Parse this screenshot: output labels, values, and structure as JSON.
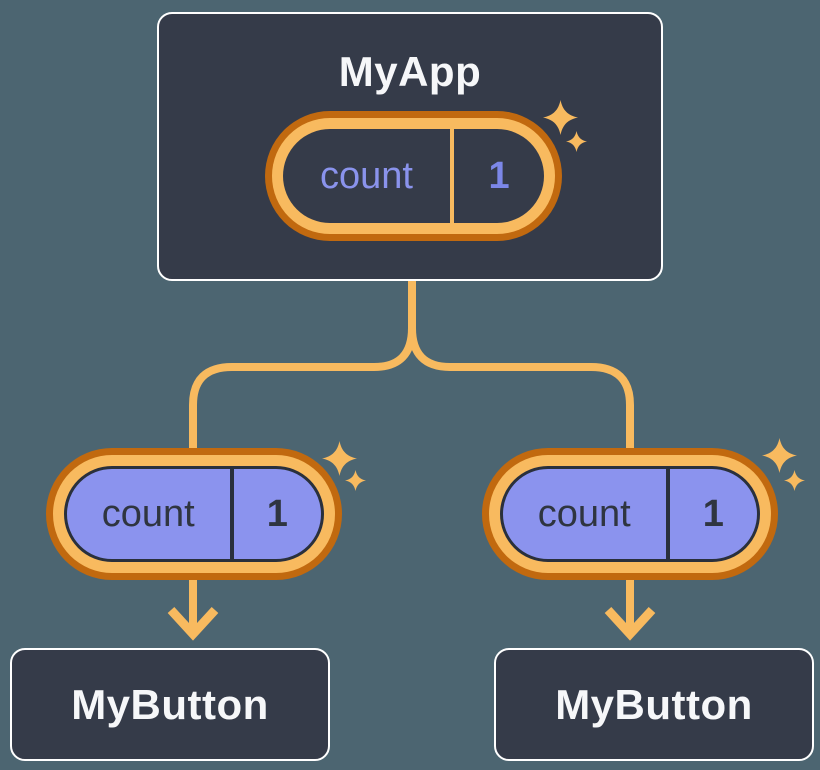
{
  "nodes": {
    "app": {
      "title": "MyApp",
      "state": {
        "label": "count",
        "value": "1"
      }
    },
    "left_button": {
      "title": "MyButton",
      "state": {
        "label": "count",
        "value": "1"
      }
    },
    "right_button": {
      "title": "MyButton",
      "state": {
        "label": "count",
        "value": "1"
      }
    }
  },
  "icons": {
    "sparkle": "sparkle-icon"
  },
  "colors": {
    "background": "#4C6571",
    "card_fill": "#353B49",
    "card_border": "#FFFFFF",
    "white_text": "#F6F7F9",
    "orange_dark": "#C1690F",
    "orange_light": "#F8BA5F",
    "purple_fill": "#8B93EE",
    "purple_text": "#8A93EC",
    "purple_value": "#7C87E8",
    "dark_text": "#2F3540",
    "outline_dark": "#2A303C"
  }
}
